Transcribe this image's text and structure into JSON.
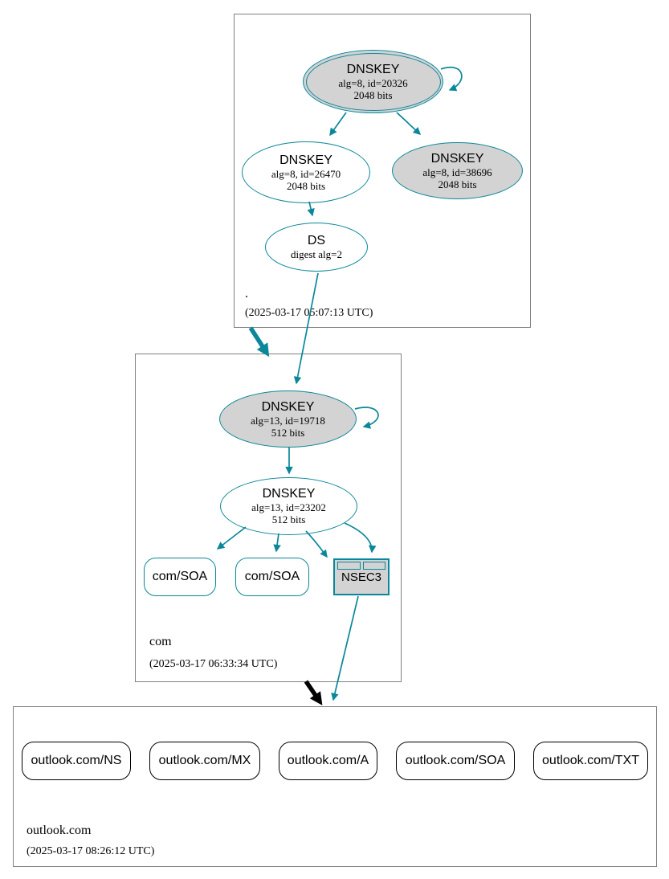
{
  "colors": {
    "secure_teal": "#0a879a",
    "insecure_black": "#000000",
    "node_fill_gray": "#d3d3d3",
    "zone_box_border": "#808080"
  },
  "zones": {
    "root": {
      "label": ".",
      "timestamp": "(2025-03-17 05:07:13 UTC)",
      "nodes": {
        "ksk": {
          "title": "DNSKEY",
          "line1": "alg=8, id=20326",
          "line2": "2048 bits"
        },
        "zsk": {
          "title": "DNSKEY",
          "line1": "alg=8, id=26470",
          "line2": "2048 bits"
        },
        "ksk2": {
          "title": "DNSKEY",
          "line1": "alg=8, id=38696",
          "line2": "2048 bits"
        },
        "ds": {
          "title": "DS",
          "line1": "digest alg=2"
        }
      }
    },
    "com": {
      "label": "com",
      "timestamp": "(2025-03-17 06:33:34 UTC)",
      "nodes": {
        "ksk": {
          "title": "DNSKEY",
          "line1": "alg=13, id=19718",
          "line2": "512 bits"
        },
        "zsk": {
          "title": "DNSKEY",
          "line1": "alg=13, id=23202",
          "line2": "512 bits"
        },
        "soa1": {
          "label": "com/SOA"
        },
        "soa2": {
          "label": "com/SOA"
        },
        "nsec3": {
          "label": "NSEC3"
        }
      }
    },
    "outlook": {
      "label": "outlook.com",
      "timestamp": "(2025-03-17 08:26:12 UTC)",
      "nodes": {
        "ns": {
          "label": "outlook.com/NS"
        },
        "mx": {
          "label": "outlook.com/MX"
        },
        "a": {
          "label": "outlook.com/A"
        },
        "soa": {
          "label": "outlook.com/SOA"
        },
        "txt": {
          "label": "outlook.com/TXT"
        }
      }
    }
  }
}
